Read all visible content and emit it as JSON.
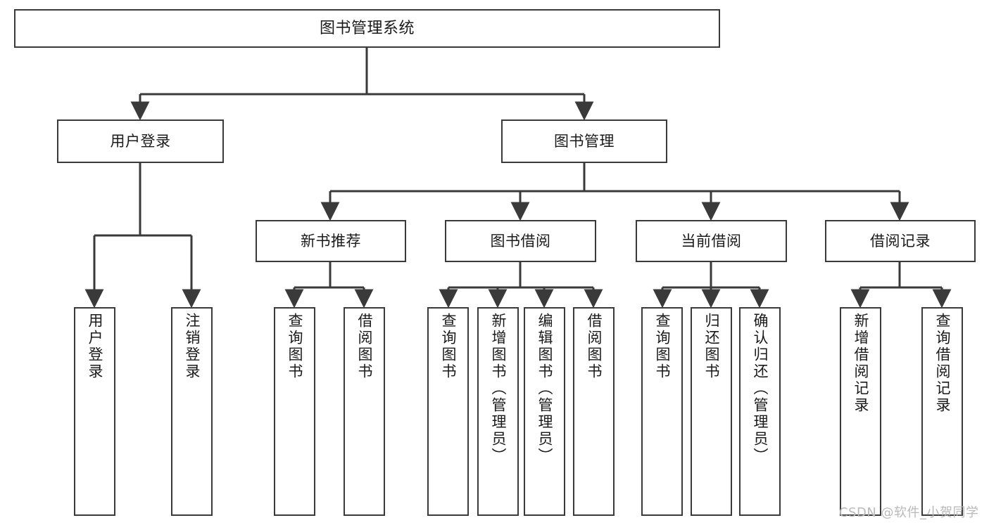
{
  "diagram": {
    "title": "图书管理系统",
    "type": "tree-hierarchy-chart",
    "orientation": "top-down",
    "colors": {
      "node_border": "#3a3a3a",
      "node_fill": "#ffffff",
      "connector": "#3a3a3a",
      "text": "#1a1a1a",
      "watermark": "#b9b9b9",
      "background": "#ffffff"
    },
    "root": {
      "label": "图书管理系统"
    },
    "level2": [
      {
        "label": "用户登录"
      },
      {
        "label": "图书管理"
      }
    ],
    "level3": [
      {
        "label": "新书推荐"
      },
      {
        "label": "图书借阅"
      },
      {
        "label": "当前借阅"
      },
      {
        "label": "借阅记录"
      }
    ],
    "leaves": {
      "user_login": [
        {
          "label": "用户登录"
        },
        {
          "label": "注销登录"
        }
      ],
      "new_book_recommend": [
        {
          "label": "查询图书"
        },
        {
          "label": "借阅图书"
        }
      ],
      "book_borrow": [
        {
          "label": "查询图书"
        },
        {
          "label": "新增图书（管理员）"
        },
        {
          "label": "编辑图书（管理员）"
        },
        {
          "label": "借阅图书"
        }
      ],
      "current_borrow": [
        {
          "label": "查询图书"
        },
        {
          "label": "归还图书"
        },
        {
          "label": "确认归还（管理员）"
        }
      ],
      "borrow_record": [
        {
          "label": "新增借阅记录"
        },
        {
          "label": "查询借阅记录"
        }
      ]
    }
  },
  "watermark": {
    "text": "CSDN @软件_小贺同学"
  }
}
